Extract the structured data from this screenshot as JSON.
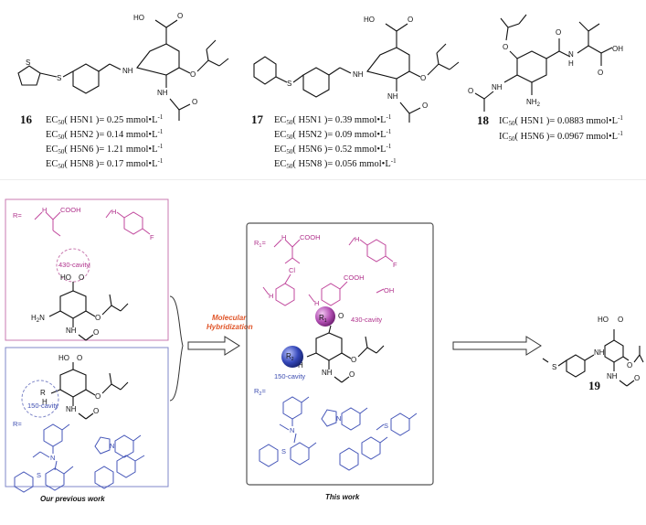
{
  "compounds": [
    {
      "number": "16",
      "activities": [
        {
          "label": "EC",
          "sub": "50",
          "strain": " H5N1 ",
          "value": "0.25 mmol•L",
          "exp": "-1"
        },
        {
          "label": "EC",
          "sub": "50",
          "strain": " H5N2 ",
          "value": "0.14 mmol•L",
          "exp": "-1"
        },
        {
          "label": "EC",
          "sub": "50",
          "strain": " H5N6 ",
          "value": "1.21 mmol•L",
          "exp": "-1"
        },
        {
          "label": "EC",
          "sub": "50",
          "strain": " H5N8 ",
          "value": "0.17 mmol•L",
          "exp": "-1"
        }
      ]
    },
    {
      "number": "17",
      "activities": [
        {
          "label": "EC",
          "sub": "50",
          "strain": " H5N1 ",
          "value": "0.39 mmol•L",
          "exp": "-1"
        },
        {
          "label": "EC",
          "sub": "50",
          "strain": " H5N2 ",
          "value": "0.09 mmol•L",
          "exp": "-1"
        },
        {
          "label": "EC",
          "sub": "50",
          "strain": " H5N6 ",
          "value": "0.52 mmol•L",
          "exp": "-1"
        },
        {
          "label": "EC",
          "sub": "50",
          "strain": " H5N8 ",
          "value": "0.056 mmol•L",
          "exp": "-1"
        }
      ]
    },
    {
      "number": "18",
      "activities": [
        {
          "label": "IC",
          "sub": "50",
          "strain": " H5N1 ",
          "value": "0.0883 mmol•L",
          "exp": "-1"
        },
        {
          "label": "IC",
          "sub": "50",
          "strain": " H5N6 ",
          "value": "0.0967 mmol•L",
          "exp": "-1"
        }
      ]
    },
    {
      "number": "19"
    }
  ],
  "atoms": {
    "ho": "HO",
    "o": "O",
    "oh": "OH",
    "nh": "NH",
    "h": "H",
    "n": "N",
    "s": "S",
    "nh2": "NH",
    "nh2_sub": "2",
    "h2n": "H",
    "h2n_sub": "2",
    "h2n_n": "N",
    "cooh": "COOH",
    "cl": "Cl",
    "f": "F"
  },
  "panels": {
    "previous_pink": {
      "r_label": "R=",
      "cavity": "430-cavity"
    },
    "previous_blue": {
      "r_label": "R=",
      "cavity": "150-cavity",
      "r_atom": "R"
    },
    "previous_caption": "Our previous work",
    "hybridization": {
      "line1": "Molecular",
      "line2": "Hybridization"
    },
    "this_work": {
      "r1_label": "R",
      "r1_sub": "1",
      "r1_eq": "=",
      "r2_label": "R",
      "r2_sub": "2",
      "r2_eq": "=",
      "cavity_430": "430-cavity",
      "cavity_150": "150-cavity",
      "caption": "This work"
    }
  },
  "colors": {
    "pink": "#b0328c",
    "pink_border": "#c97ab0",
    "blue": "#3b4bb0",
    "blue_border": "#7f87c8",
    "hybrid": "#e0562a",
    "sphere_pink": "#b24fb3",
    "sphere_blue": "#3346b8"
  }
}
